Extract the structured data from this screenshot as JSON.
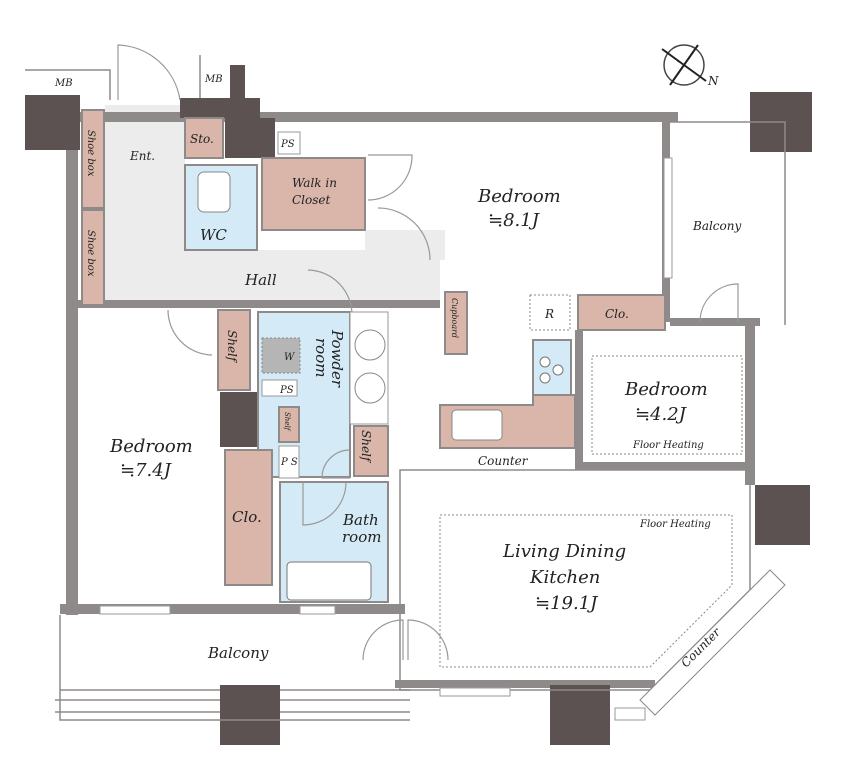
{
  "plan": {
    "mb_left": "MB",
    "mb_right": "MB",
    "entrance": "Ent.",
    "storage": "Sto.",
    "ps_top": "PS",
    "shoe_box_1": "Shoe box",
    "shoe_box_2": "Shoe box",
    "wc": "WC",
    "walk_in_closet_1": "Walk in",
    "walk_in_closet_2": "Closet",
    "bedroom_main": {
      "name": "Bedroom",
      "size": "≒8.1J"
    },
    "balcony_right": "Balcony",
    "hall": "Hall",
    "cupboard": "Cupboard",
    "refrigerator": "R",
    "closet_right": "Clo.",
    "bedroom_small": {
      "name": "Bedroom",
      "size": "≒4.2J",
      "note": "Floor Heating"
    },
    "shelf_left": "Shelf",
    "washer": "W",
    "powder_room_1": "Powder",
    "powder_room_2": "room",
    "ps_mid": "PS",
    "shelf_small": "Shelf",
    "ps_low": "P S",
    "shelf_right": "Shelf",
    "bedroom_left": {
      "name": "Bedroom",
      "size": "≒7.4J"
    },
    "closet_left": "Clo.",
    "bath_room_1": "Bath",
    "bath_room_2": "room",
    "kitchen_counter": "Counter",
    "ldk": {
      "line1": "Living Dining",
      "line2": "Kitchen",
      "size": "≒19.1J",
      "note": "Floor Heating"
    },
    "balcony_bottom": "Balcony",
    "counter_diagonal": "Counter",
    "compass_label": "N"
  }
}
